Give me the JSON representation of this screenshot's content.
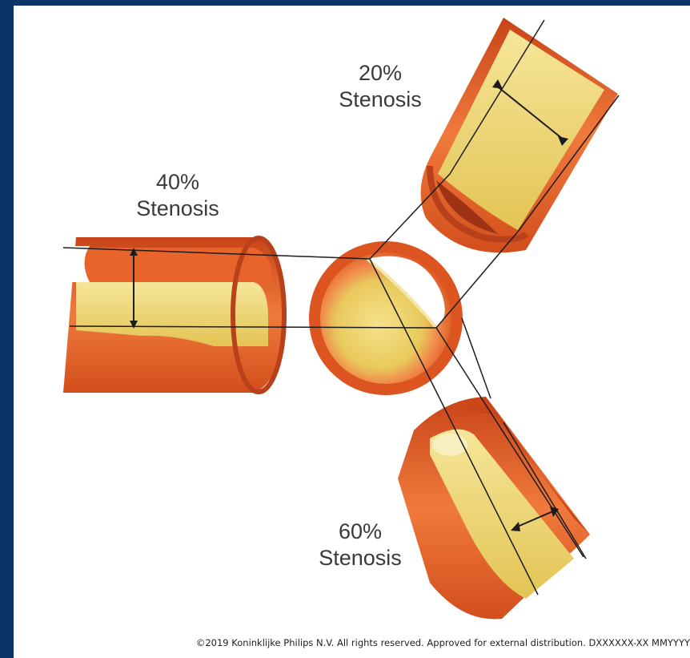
{
  "labels": {
    "stenosis_20": {
      "percent": "20%",
      "word": "Stenosis"
    },
    "stenosis_40": {
      "percent": "40%",
      "word": "Stenosis"
    },
    "stenosis_60": {
      "percent": "60%",
      "word": "Stenosis"
    }
  },
  "footer": {
    "copyright": "©2019 Koninklijke Philips N.V. All rights reserved. Approved for external distribution. DXXXXXX-XX MMYYYY"
  },
  "colors": {
    "frame": "#0c3468",
    "background": "#ffffff",
    "vessel_wall_outer": "#e2531d",
    "vessel_wall_inner": "#f07a3c",
    "vessel_wall_dark": "#b8401a",
    "plaque": "#ecd266",
    "plaque_light": "#f6e69a",
    "guide_line": "#1c1c1c"
  }
}
